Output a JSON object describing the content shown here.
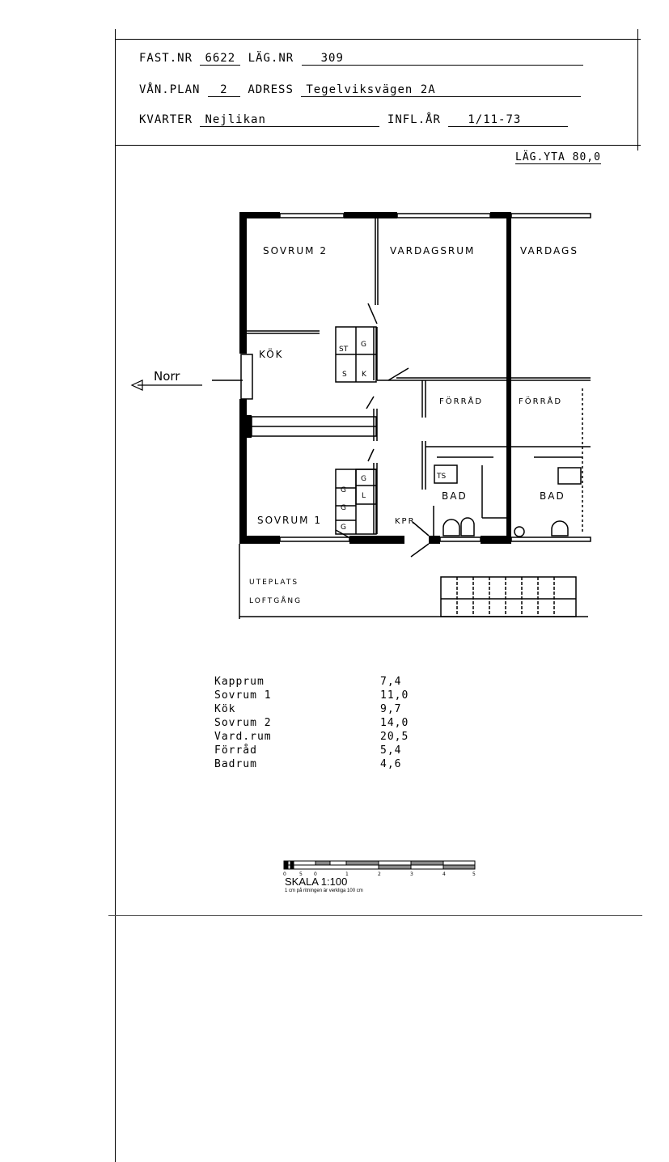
{
  "header": {
    "fast_nr_label": "FAST.NR",
    "fast_nr": "6622",
    "lag_nr_label": "LÄG.NR",
    "lag_nr": "309",
    "van_plan_label": "VÅN.PLAN",
    "van_plan": "2",
    "adress_label": "ADRESS",
    "adress": "Tegelviksvägen 2A",
    "kvarter_label": "KVARTER",
    "kvarter": "Nejlikan",
    "infl_ar_label": "INFL.ÅR",
    "infl_ar": "1/11-73",
    "lag_yta": "LÄG.YTA 80,0"
  },
  "plan": {
    "north": "Norr",
    "rooms": {
      "sovrum2": "SOVRUM 2",
      "vardagsrum": "VARDAGSRUM",
      "vardags_neighbor": "VARDAGS",
      "kok": "KÖK",
      "forrad": "FÖRRÅD",
      "forrad_neighbor": "FÖRRÅD",
      "bad": "BAD",
      "bad_neighbor": "BAD",
      "sovrum1": "SOVRUM 1",
      "kpr": "KPR",
      "uteplats": "UTEPLATS",
      "loftgang": "LOFTGÅNG"
    },
    "fixtures": {
      "st": "ST",
      "g": "G",
      "s": "S",
      "k": "K",
      "l": "L",
      "ts": "TS"
    }
  },
  "areas": [
    {
      "name": "Kapprum",
      "value": "7,4"
    },
    {
      "name": "Sovrum 1",
      "value": "11,0"
    },
    {
      "name": "Kök",
      "value": "9,7"
    },
    {
      "name": "Sovrum 2",
      "value": "14,0"
    },
    {
      "name": "Vard.rum",
      "value": "20,5"
    },
    {
      "name": "Förråd",
      "value": "5,4"
    },
    {
      "name": "Badrum",
      "value": "4,6"
    }
  ],
  "scale": {
    "title": "SKALA 1:100",
    "note": "1 cm på ritningen är verkliga 100 cm",
    "ticks": [
      "0",
      "5",
      "0",
      "1",
      "2",
      "3",
      "4",
      "5"
    ]
  }
}
